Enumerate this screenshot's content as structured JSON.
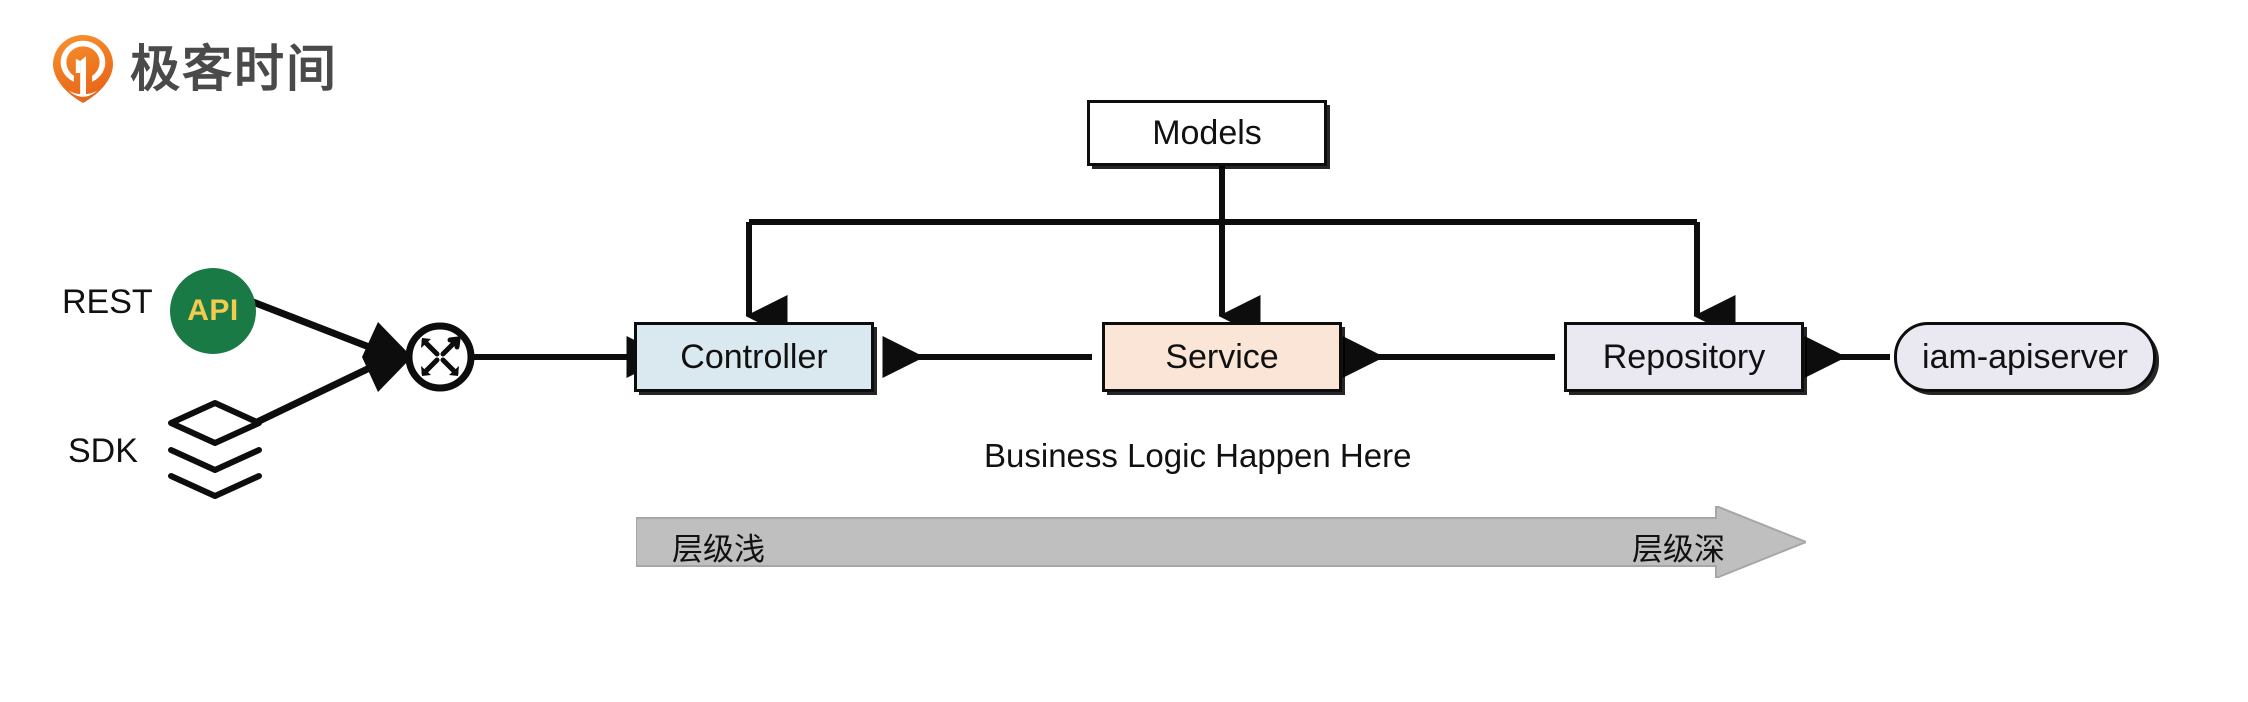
{
  "brand": {
    "name": "极客时间",
    "logo_icon": "geekbang-pin-logo-icon",
    "logo_color": "#f07c1f",
    "text_color": "#4a4a4a"
  },
  "diagram": {
    "title": "IAM layered architecture request flow",
    "type": "flow-diagram",
    "sources": [
      {
        "id": "rest",
        "label": "REST",
        "icon": "api-circle-icon",
        "icon_label": "API",
        "icon_fill": "#1a7a46",
        "icon_text_color": "#f2cb4f"
      },
      {
        "id": "sdk",
        "label": "SDK",
        "icon": "stacked-layers-icon"
      }
    ],
    "router": {
      "id": "router",
      "icon": "router-four-arrows-icon",
      "inbound_marker": "diamond-arrowhead"
    },
    "nodes": [
      {
        "id": "models",
        "label": "Models",
        "fill": "#ffffff",
        "stroke": "#0d0d0d",
        "shape": "rect"
      },
      {
        "id": "controller",
        "label": "Controller",
        "fill": "#dae8ef",
        "stroke": "#0d0d0d",
        "shape": "rect"
      },
      {
        "id": "service",
        "label": "Service",
        "fill": "#fbe5d6",
        "stroke": "#0d0d0d",
        "shape": "rect"
      },
      {
        "id": "repository",
        "label": "Repository",
        "fill": "#eae8f0",
        "stroke": "#0d0d0d",
        "shape": "rect"
      },
      {
        "id": "iam-apiserver",
        "label": "iam-apiserver",
        "fill": "#eae8f0",
        "stroke": "#0d0d0d",
        "shape": "pill"
      }
    ],
    "edges": [
      {
        "from": "rest",
        "to": "router",
        "style": "solid"
      },
      {
        "from": "sdk",
        "to": "router",
        "style": "solid"
      },
      {
        "from": "router",
        "to": "controller",
        "style": "arrow-right"
      },
      {
        "from": "service",
        "to": "controller",
        "style": "arrow-left"
      },
      {
        "from": "repository",
        "to": "service",
        "style": "arrow-left"
      },
      {
        "from": "iam-apiserver",
        "to": "repository",
        "style": "arrow-left"
      },
      {
        "from": "models",
        "to": "controller",
        "style": "arrow-down-branch"
      },
      {
        "from": "models",
        "to": "service",
        "style": "arrow-down"
      },
      {
        "from": "models",
        "to": "repository",
        "style": "arrow-down-branch"
      }
    ],
    "caption": "Business Logic Happen Here",
    "depth_bar": {
      "left_label": "层级浅",
      "right_label": "层级深",
      "fill": "#bfbfbf",
      "stroke": "#a6a6a6",
      "direction": "left-to-right"
    }
  }
}
